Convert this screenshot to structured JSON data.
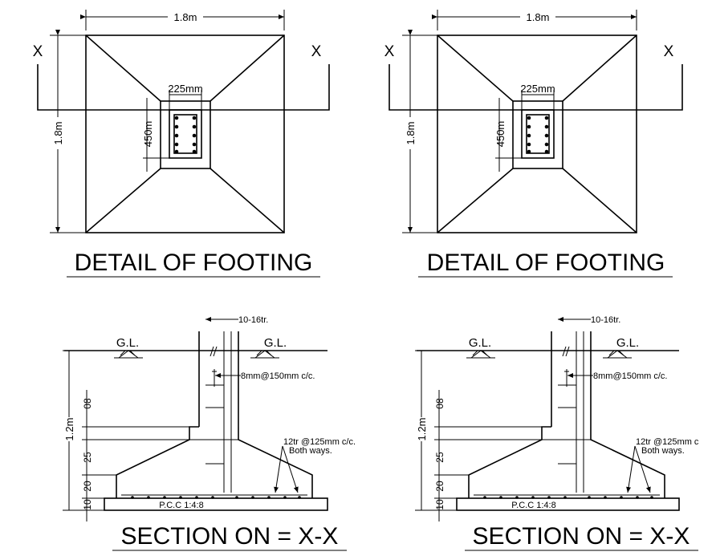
{
  "drawings": [
    {
      "plan": {
        "width_label": "1.8m",
        "height_label": "1.8m",
        "column_width_label": "225mm",
        "column_depth_label": "450m",
        "section_mark_left": "X",
        "section_mark_right": "X",
        "title": "DETAIL OF FOOTING"
      },
      "section": {
        "main_bar_label": "10-16tr.",
        "tie_label": "8mm@150mm c/c.",
        "mesh_label_1": "12tr @125mm c/c.",
        "mesh_label_2": "Both ways.",
        "ground_left": "G.L.",
        "ground_right": "G.L.",
        "depth_label": "1.2m",
        "dim_08": "08",
        "dim_25": "25",
        "dim_20": "20",
        "dim_10": "10",
        "pcc_label": "P.C.C  1:4:8",
        "title": "SECTION ON = X-X"
      }
    },
    {
      "plan": {
        "width_label": "1.8m",
        "height_label": "1.8m",
        "column_width_label": "225mm",
        "column_depth_label": "450m",
        "section_mark_left": "X",
        "section_mark_right": "X",
        "title": "DETAIL OF FOOTING"
      },
      "section": {
        "main_bar_label": "10-16tr.",
        "tie_label": "8mm@150mm c/c.",
        "mesh_label_1": "12tr @125mm c",
        "mesh_label_2": "Both ways.",
        "ground_left": "G.L.",
        "ground_right": "G.L.",
        "depth_label": "1.2m",
        "dim_08": "08",
        "dim_25": "25",
        "dim_20": "20",
        "dim_10": "10",
        "pcc_label": "P.C.C  1:4:8",
        "title": "SECTION ON = X-X"
      }
    }
  ]
}
